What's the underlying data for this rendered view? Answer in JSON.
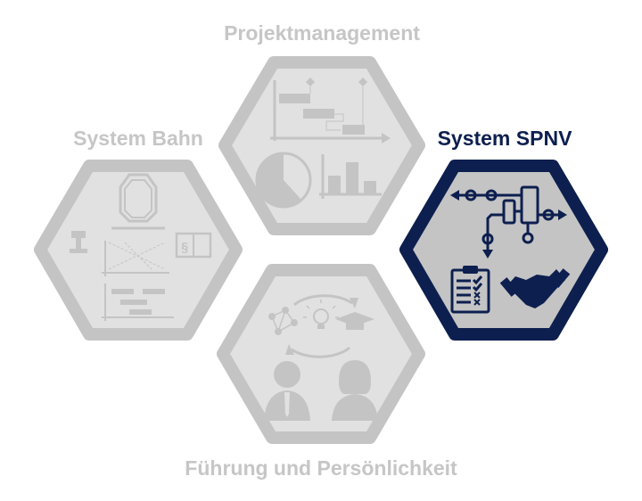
{
  "modules": [
    {
      "id": "projektmanagement",
      "title": "Projektmanagement",
      "active": false,
      "icons": [
        "gantt-chart-icon",
        "pie-chart-icon",
        "bar-chart-icon"
      ]
    },
    {
      "id": "system-bahn",
      "title": "System Bahn",
      "active": false,
      "icons": [
        "pantograph-icon",
        "rail-icon",
        "law-book-icon",
        "timetable-graph-icon"
      ]
    },
    {
      "id": "system-spnv",
      "title": "System SPNV",
      "active": true,
      "icons": [
        "track-network-icon",
        "checklist-icon",
        "handshake-icon"
      ]
    },
    {
      "id": "fuehrung",
      "title": "Führung und Persönlichkeit",
      "active": false,
      "icons": [
        "cycle-icon",
        "network-icon",
        "lightbulb-icon",
        "graduation-cap-icon",
        "businessman-icon",
        "businesswoman-icon"
      ]
    }
  ],
  "colors": {
    "active": "#0d1f4f",
    "inactive": "#c4c4c4",
    "inactive_fill": "#e1e1e1",
    "active_fill": "#c4c4c4"
  }
}
